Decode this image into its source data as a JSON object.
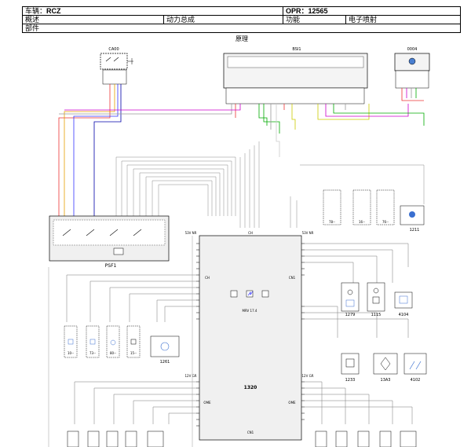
{
  "header": {
    "vehicle_label": "车辆：",
    "vehicle_value": "RCZ",
    "opr_label": "OPR：",
    "opr_value": "12565",
    "overview_label": "概述",
    "overview_value": "动力总成",
    "function_label": "功能",
    "function_value": "电子喷射",
    "parts_label": "部件"
  },
  "diagram": {
    "title": "原理",
    "components": {
      "ca00": "CA00",
      "bsi": "BSI1",
      "c0004": "0004",
      "psf1": "PSF1",
      "c1211": "1211",
      "c1261": "1261",
      "c1320": "1320",
      "c1279": "1279",
      "c1115": "1115",
      "c4104": "4104",
      "c1233": "1233",
      "c13a3": "13A3",
      "c4102": "4102",
      "ecu_model": "MRV 17.4"
    },
    "connectors": {
      "ecu_top": "CH",
      "ecu_left": "CH",
      "ecu_right": "CN1",
      "ecu_bottom": "CN1",
      "ome_left": "OME",
      "ome_right": "OME",
      "left_top": "53V NR",
      "right_top": "53V NR",
      "left_mid": "12V GR",
      "right_mid": "12V GR"
    },
    "small_parts": [
      "78--",
      "16--",
      "76--",
      "10--",
      "73--",
      "80--",
      "15--"
    ]
  }
}
